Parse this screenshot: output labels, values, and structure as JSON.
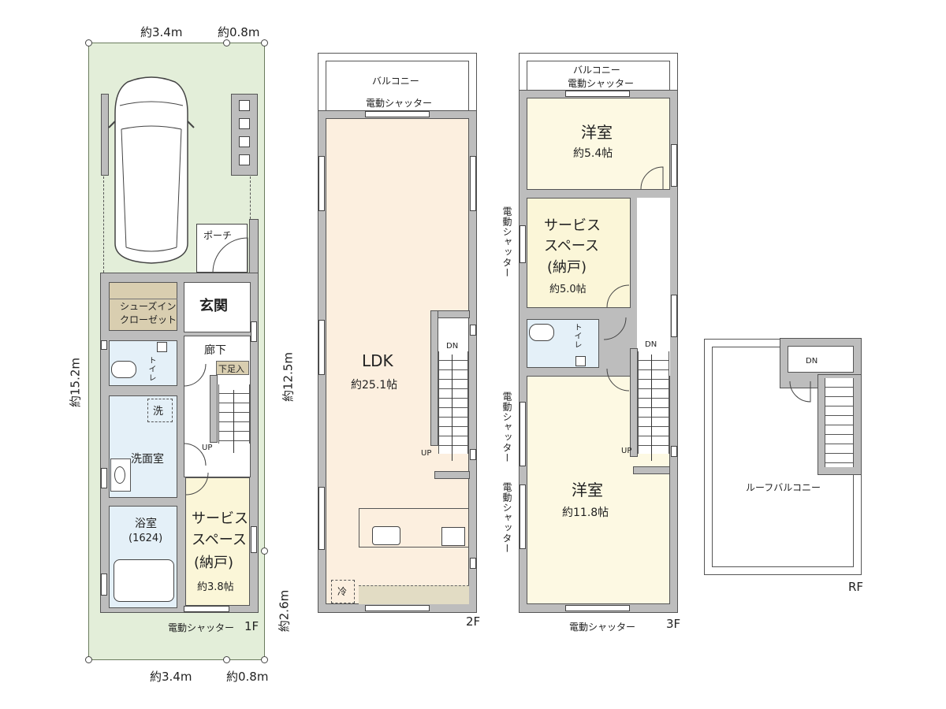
{
  "site": {
    "width_top_main": "約3.4m",
    "width_top_side": "約0.8m",
    "width_bottom_main": "約3.4m",
    "width_bottom_side": "約0.8m",
    "depth_total": "約15.2m",
    "depth_building": "約12.5m",
    "depth_front": "約2.6m",
    "colors": {
      "site_green": "#e3eed9",
      "wall_gray": "#bdbdbd"
    }
  },
  "floor1": {
    "label": "1F",
    "rooms": {
      "porch": "ポーチ",
      "entrance": "玄関",
      "shoe_closet_line1": "シューズイン",
      "shoe_closet_line2": "クローゼット",
      "hallway": "廊下",
      "toilet": "トイレ",
      "shoe_box": "下足入",
      "washer": "洗",
      "washroom": "洗面室",
      "bathroom": "浴室",
      "bathroom_size": "(1624)",
      "service_line1": "サービス",
      "service_line2": "スペース",
      "service_line3": "(納戸)",
      "service_size": "約3.8帖"
    },
    "stair_label": "UP",
    "shutter": "電動シャッター",
    "colors": {
      "shoe_closet": "#d9ceb0",
      "wet_area": "#e4f0f8",
      "service": "#fbf6d8"
    }
  },
  "floor2": {
    "label": "2F",
    "balcony": "バルコニー",
    "shutter": "電動シャッター",
    "ldk": "LDK",
    "ldk_size": "約25.1帖",
    "fridge": "冷",
    "stair_up": "UP",
    "stair_dn": "DN",
    "colors": {
      "ldk": "#fcefdf",
      "counter": "#e2dcc4"
    }
  },
  "floor3": {
    "label": "3F",
    "balcony": "バルコニー",
    "balcony_shutter": "電動シャッター",
    "room1": "洋室",
    "room1_size": "約5.4帖",
    "service_line1": "サービス",
    "service_line2": "スペース",
    "service_line3": "(納戸)",
    "service_size": "約5.0帖",
    "toilet": "トイレ",
    "room2": "洋室",
    "room2_size": "約11.8帖",
    "side_shutter_1": "電動シャッター",
    "side_shutter_2": "電動シャッター",
    "side_shutter_3": "電動シャッター",
    "bottom_shutter": "電動シャッター",
    "stair_up": "UP",
    "stair_dn": "DN",
    "colors": {
      "room1": "#fdf9e3",
      "service": "#fbf6d8",
      "toilet": "#e4f0f8",
      "room2": "#fdf9e3"
    }
  },
  "roof": {
    "label": "RF",
    "roof_balcony": "ルーフバルコニー",
    "stair_dn": "DN"
  }
}
